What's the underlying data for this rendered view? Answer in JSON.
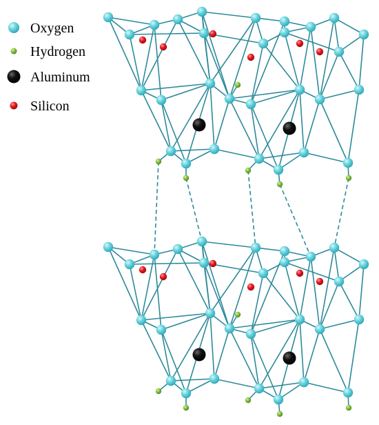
{
  "legend": {
    "oxygen_label": "Oxygen",
    "hydrogen_label": "Hydrogen",
    "aluminum_label": "Aluminum",
    "silicon_label": "Silicon"
  },
  "colors": {
    "oxygen": "#5fd3dd",
    "hydrogen": "#7ab33a",
    "aluminum": "#000000",
    "silicon": "#e0141e",
    "bond": "#2c8a9a"
  }
}
